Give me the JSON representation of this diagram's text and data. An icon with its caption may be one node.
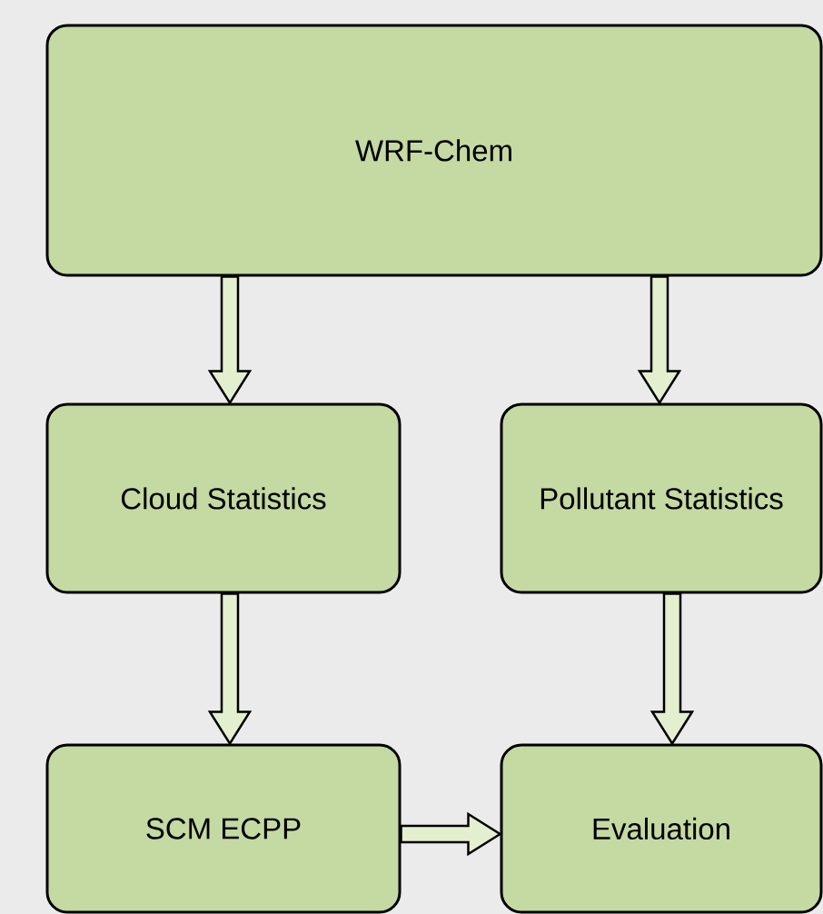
{
  "diagram": {
    "nodes": [
      {
        "text": [
          "WRF-Chem"
        ]
      },
      {
        "text": [
          "Cloud Statistics"
        ]
      },
      {
        "text": [
          "Pollutant Statistics"
        ]
      },
      {
        "text": [
          "SCM ECPP"
        ]
      },
      {
        "text": [
          "Evaluation"
        ]
      }
    ],
    "edges": [
      {
        "from": 0,
        "to": 1,
        "arrow": "to"
      },
      {
        "from": 0,
        "to": 2,
        "arrow": "to"
      },
      {
        "from": 1,
        "to": 3,
        "arrow": "to"
      },
      {
        "from": 2,
        "to": 4,
        "arrow": "to"
      },
      {
        "from": 3,
        "to": 4,
        "arrow": "to"
      }
    ]
  }
}
